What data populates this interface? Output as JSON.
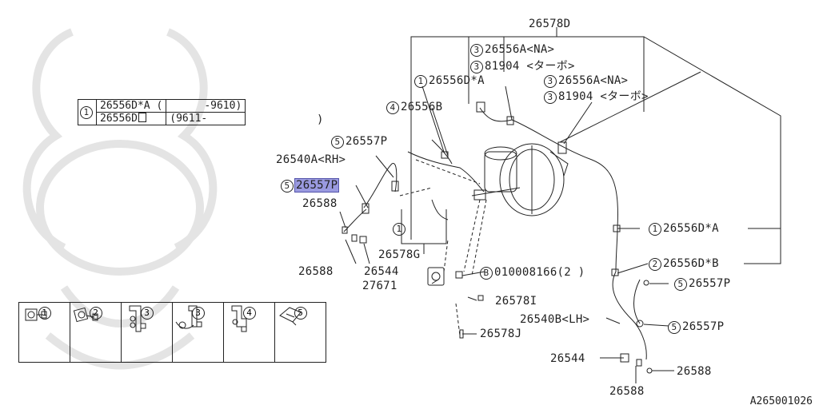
{
  "labels": {
    "top_code": "26578D",
    "l_26556A_na_1": "26556A<NA>",
    "l_81904_1": "81904 <ターボ>",
    "l_26556DA_top": "26556D*A",
    "l_26556A_na_2": "26556A<NA>",
    "l_81904_2": "81904 <ターボ>",
    "l_26556B": "26556B",
    "l_26557P_1": "26557P",
    "l_26540A": "26540A<RH>",
    "l_26557P_hl": "26557P",
    "l_26588_1": "26588",
    "l_26578G": "26578G",
    "l_26588_2": "26588",
    "l_26544_1": "26544",
    "l_27671": "27671",
    "l_bolt": "010008166(2 )",
    "l_26578I": "26578I",
    "l_26578J": "26578J",
    "l_26556DA_right": "26556D*A",
    "l_26556DB": "26556D*B",
    "l_26557P_2": "26557P",
    "l_26540B": "26540B<LH>",
    "l_26557P_3": "26557P",
    "l_26544_2": "26544",
    "l_26588_3": "26588",
    "l_26588_4": "26588",
    "close_paren": ")"
  },
  "circle_nums": {
    "n1": "1",
    "n2": "2",
    "n3": "3",
    "n4": "4",
    "n5": "5",
    "nB": "B"
  },
  "applicability": {
    "num": "1",
    "row1_part": "26556D*A (",
    "row1_range": "-9610)",
    "row2_part": "26556D",
    "row2_range": "(9611-"
  },
  "legend": [
    "1",
    "2",
    "3",
    "3",
    "4",
    "5"
  ],
  "figure_code": "A265001026"
}
